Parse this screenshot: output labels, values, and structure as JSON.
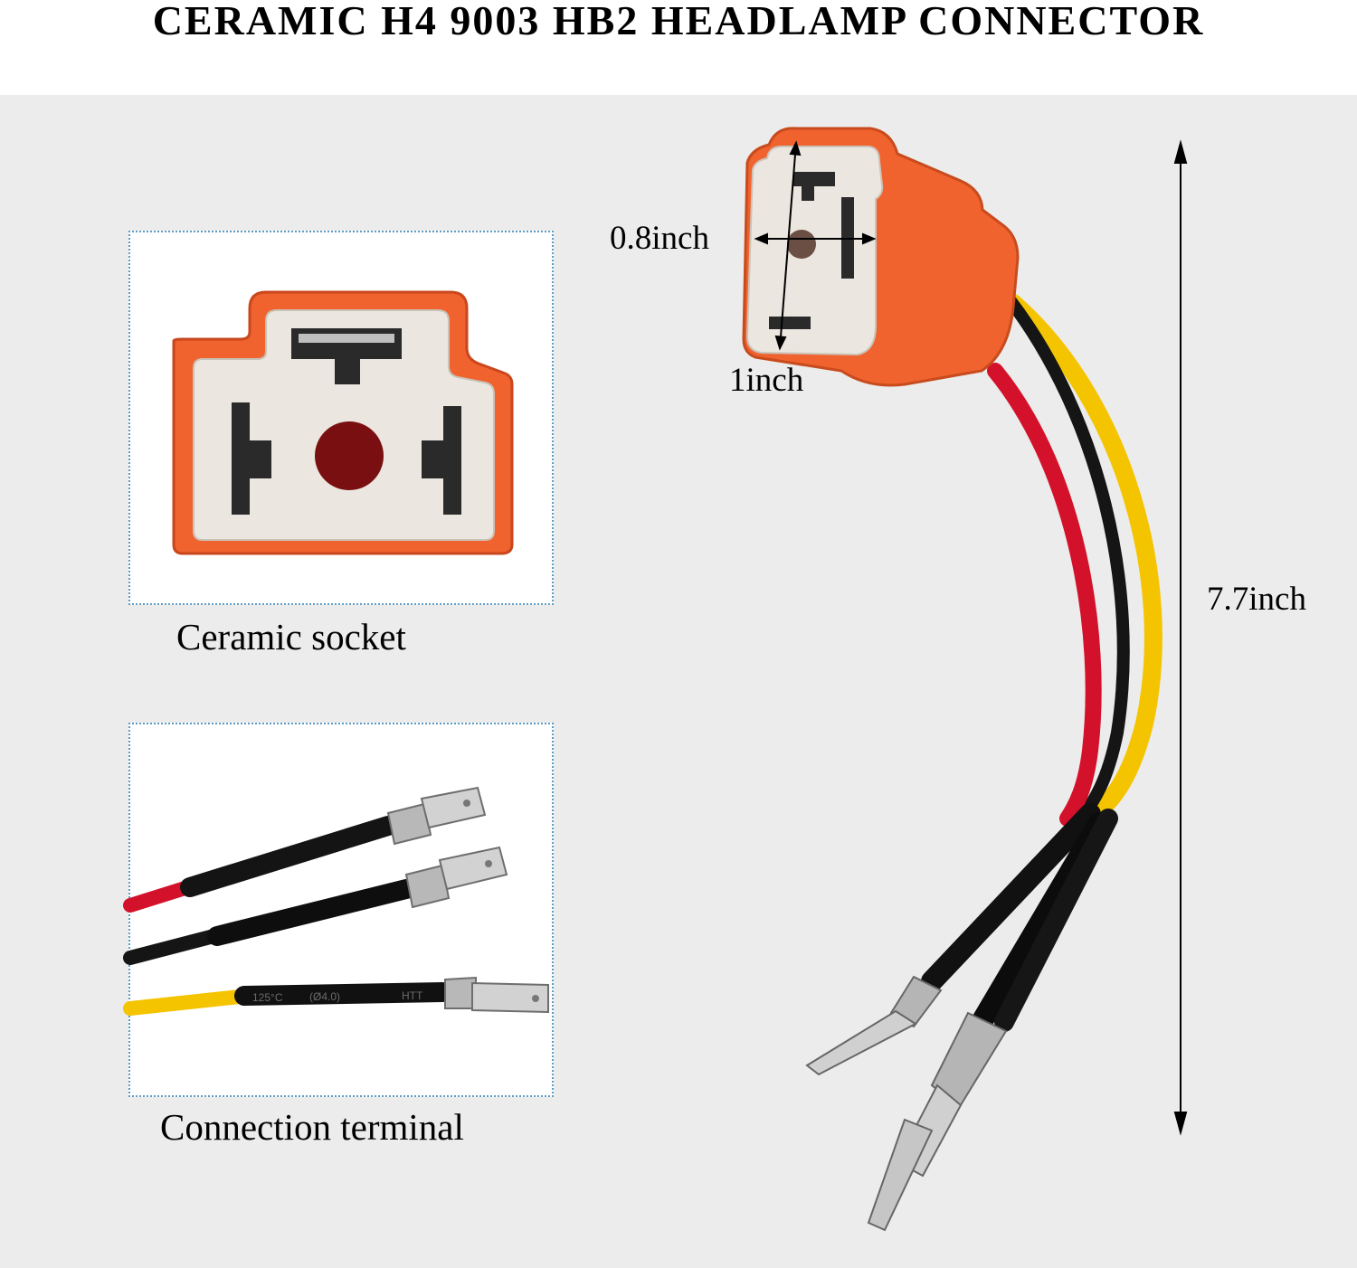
{
  "title": "CERAMIC H4 9003 HB2 HEADLAMP  CONNECTOR",
  "socket": {
    "caption": "Ceramic socket"
  },
  "terminal": {
    "caption": "Connection terminal",
    "sleeve_print": [
      "125°C",
      "(Ø4.0)",
      "HTT"
    ]
  },
  "dimensions": {
    "width": "0.8inch",
    "height": "1inch",
    "length": "7.7inch"
  },
  "colors": {
    "housing_orange": "#f0622e",
    "ceramic_white": "#ebe6df",
    "wire_red": "#d4112a",
    "wire_black": "#151515",
    "wire_yellow": "#f5c400",
    "frame_border": "#5b9bc4",
    "background": "#ececec"
  }
}
